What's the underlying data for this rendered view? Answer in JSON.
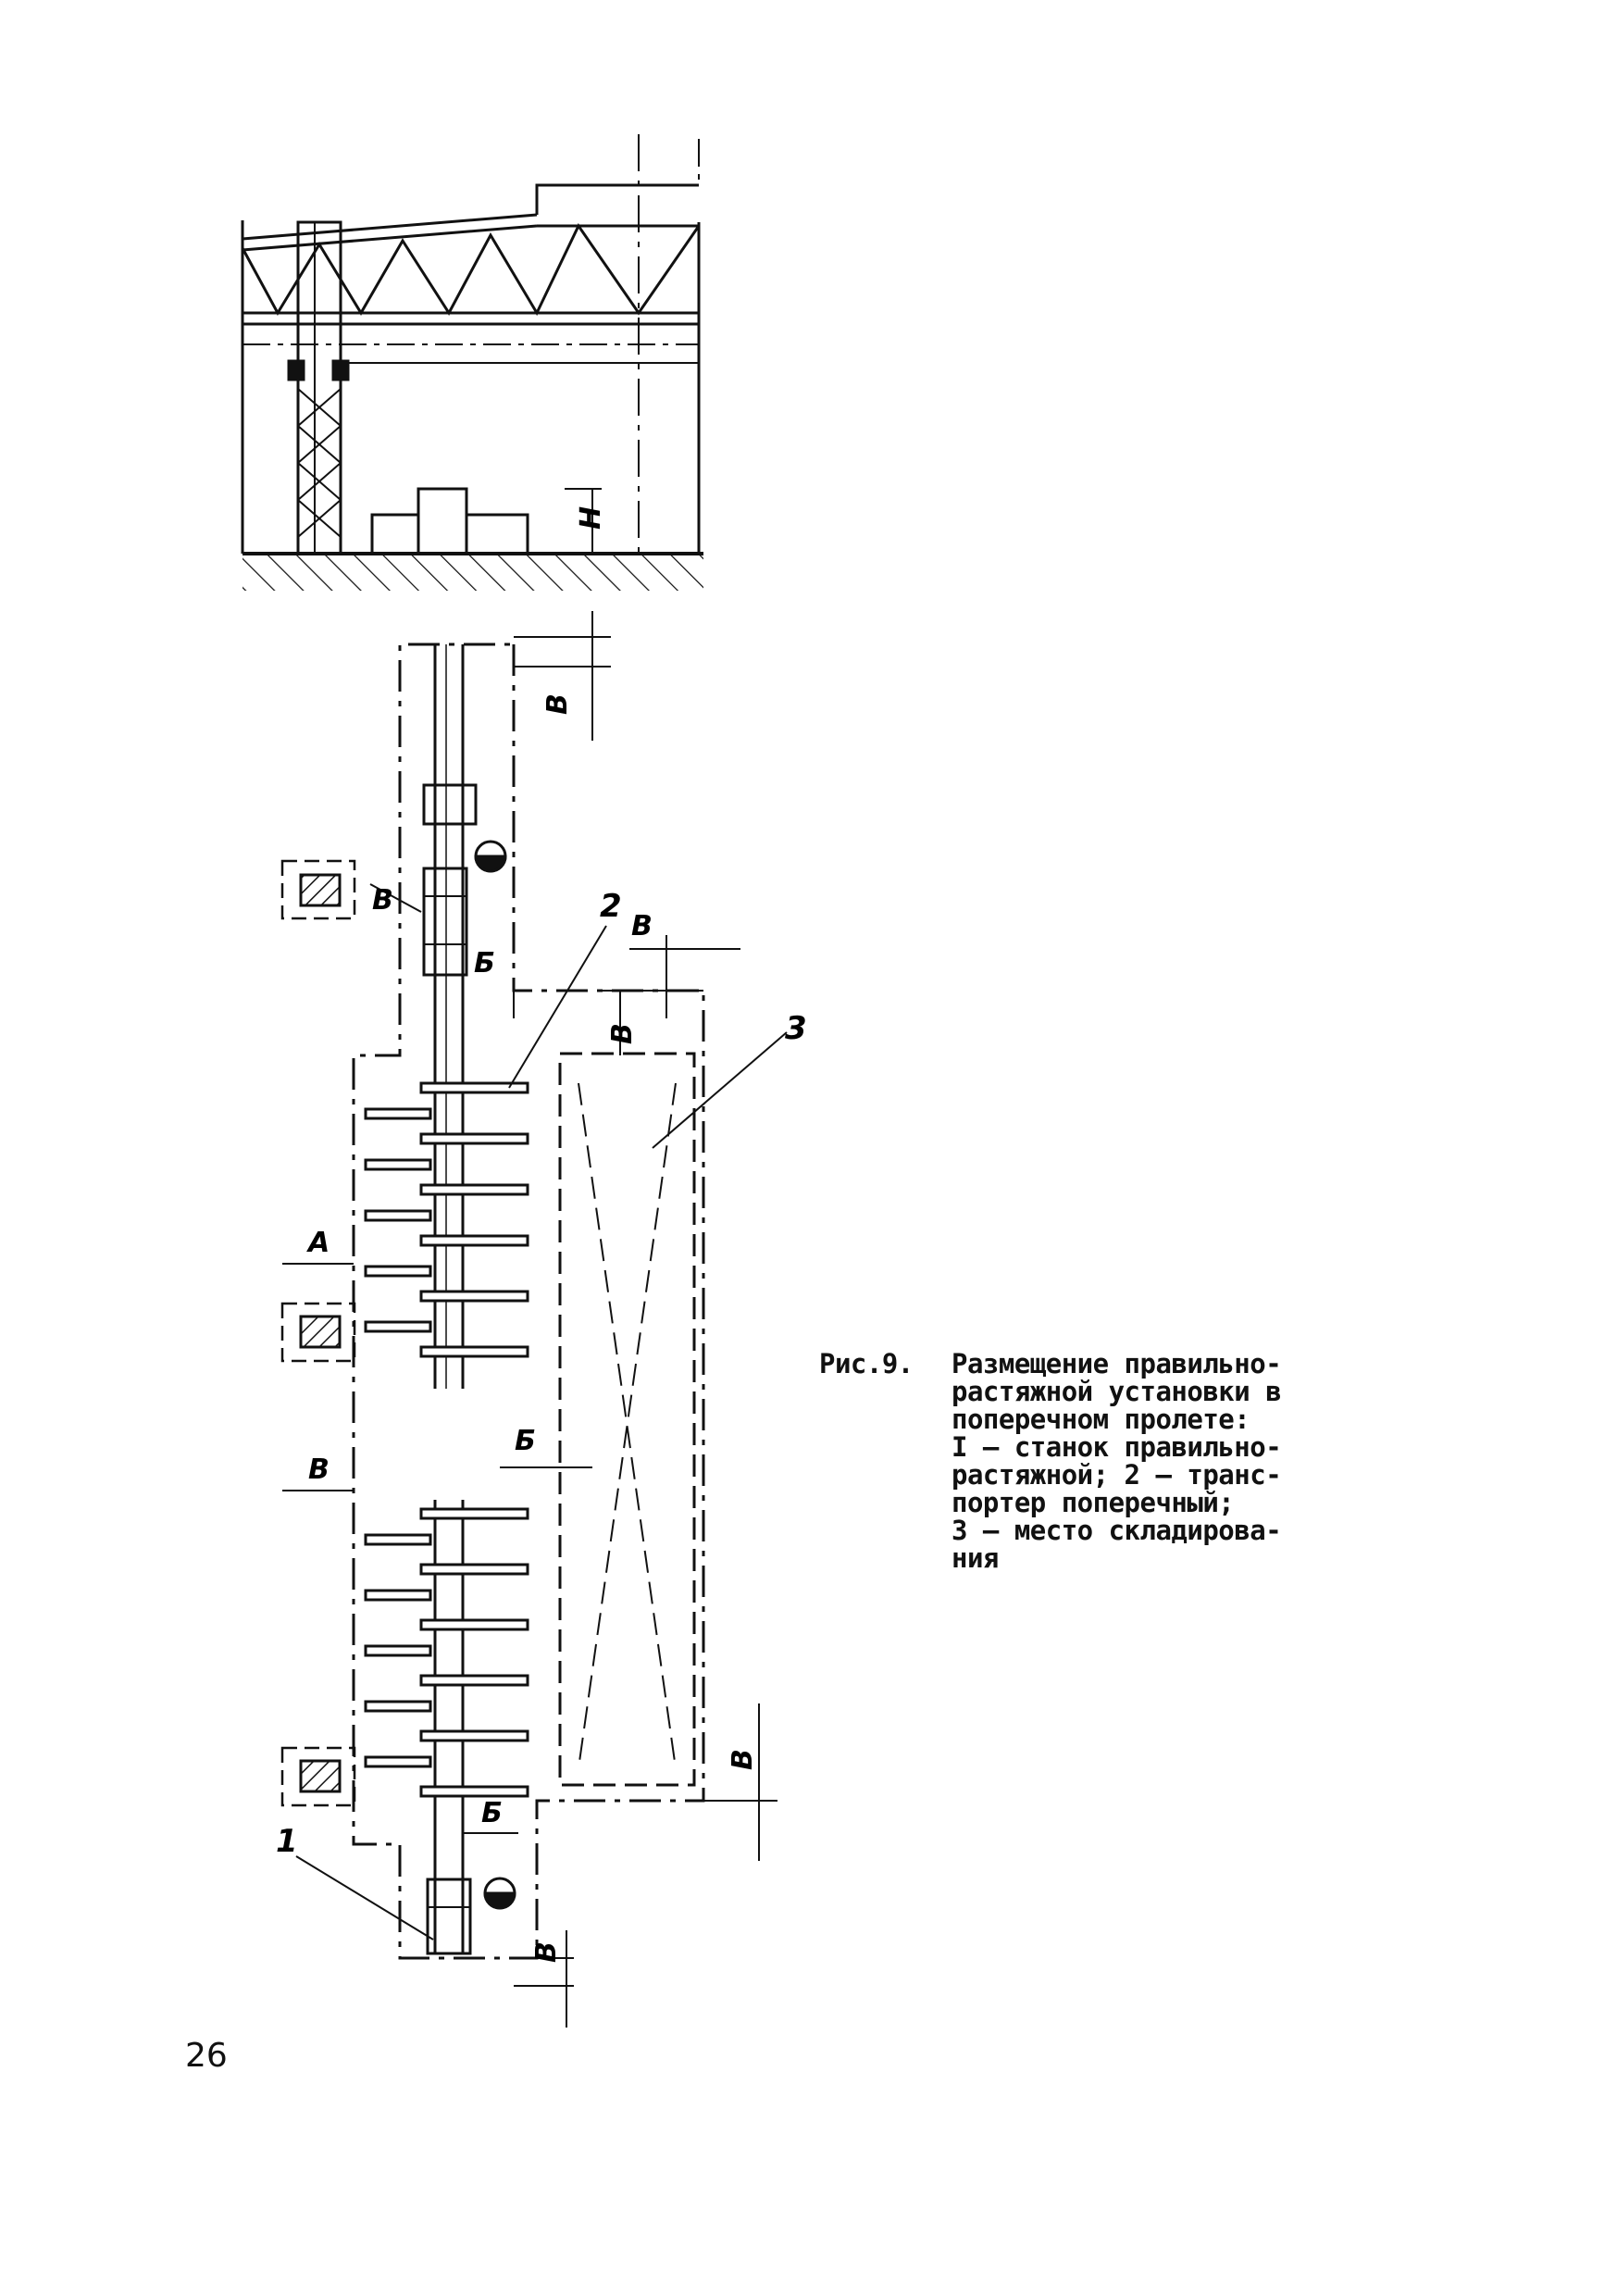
{
  "figure": {
    "number": "Рис.9.",
    "title": "Размещение правильно-растяжной установки в поперечном пролете:",
    "legend": [
      "I – станок правильно-растяжной;",
      "2 – транспортер поперечный;",
      "3 – место складирования"
    ],
    "caption_text": "Размещение правильно-\nрастяжной установки в\nпоперечном пролете:\nI – станок правильно-\nрастяжной; 2 – транс-\nпортер поперечный;\n3 – место складирова-\nния"
  },
  "labels": {
    "height_dim": "Н",
    "dim_b_top": "В",
    "dim_b_column": "В",
    "dim_b_conveyor": "В",
    "dim_b_storage_top": "В",
    "dim_b_left": "В",
    "dim_b_storage_bottom": "В",
    "dim_b_bottom": "В",
    "dim_a": "А",
    "dim_be_1": "Б",
    "dim_be_2": "Б",
    "dim_be_3": "Б",
    "callout_1": "1",
    "callout_2": "2",
    "callout_3": "3"
  },
  "page_number": "26"
}
